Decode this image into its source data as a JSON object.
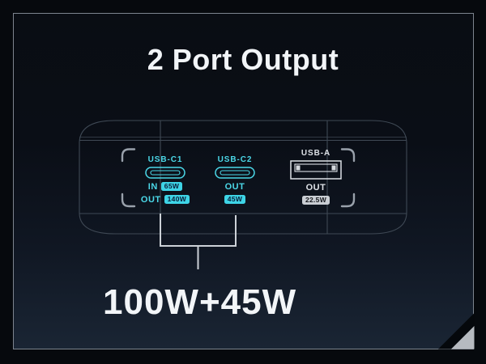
{
  "header": {
    "title": "2 Port Output"
  },
  "device": {
    "ports": [
      {
        "label": "USB-C1",
        "type": "usb-c",
        "rows": [
          {
            "direction": "IN",
            "power": "65W"
          },
          {
            "direction": "OUT",
            "power": "140W"
          }
        ]
      },
      {
        "label": "USB-C2",
        "type": "usb-c",
        "rows": [
          {
            "direction": "OUT"
          },
          {
            "power": "45W"
          }
        ]
      },
      {
        "label": "USB-A",
        "type": "usb-a",
        "rows": [
          {
            "direction": "OUT"
          },
          {
            "power": "22.5W"
          }
        ]
      }
    ]
  },
  "callout": {
    "total_output": "100W+45W"
  },
  "colors": {
    "accent_cyan": "#4bd8e8",
    "cyan_badge_bg": "#3ed4e6",
    "cyan_badge_text": "#0a1d38",
    "usb_a_badge_bg": "#c9cdd3",
    "text_white": "#f2f5f8",
    "wireframe_gray": "#3f4955",
    "bracket_gray": "#99a1ab",
    "leader_line": "#ccd1d7"
  }
}
